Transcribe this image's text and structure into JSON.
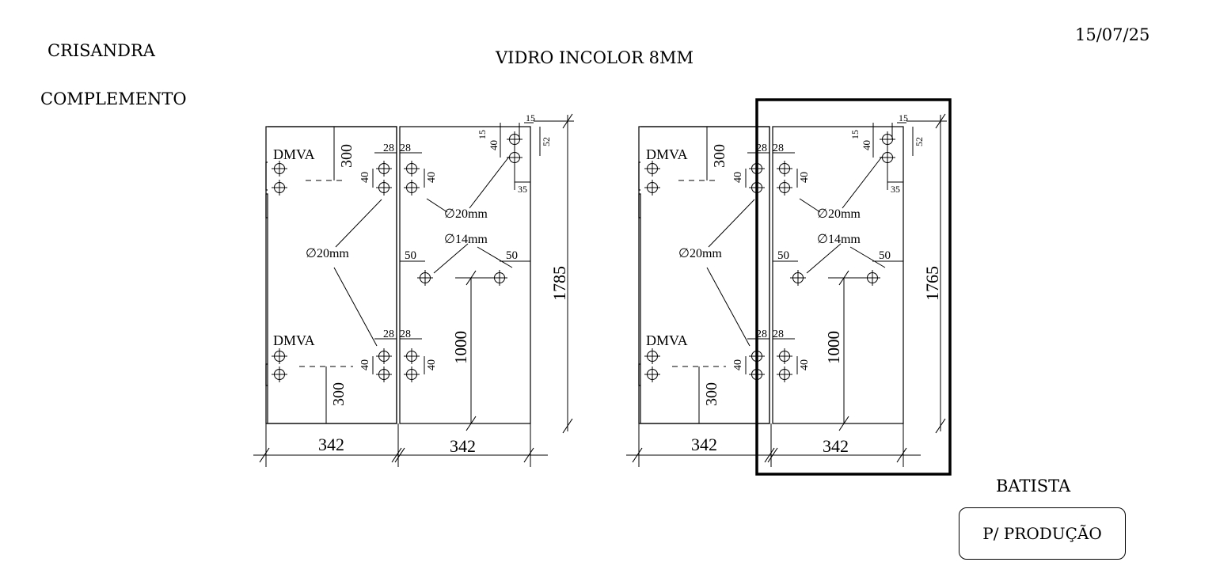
{
  "header": {
    "client": "CRISANDRA",
    "subtitle": "COMPLEMENTO",
    "title": "VIDRO INCOLOR 8MM",
    "date": "15/07/25"
  },
  "footer": {
    "author": "BATISTA",
    "status": "P/ PRODUÇÃO"
  },
  "drawings": [
    {
      "panel_width": "342",
      "total_height": "1785",
      "hinge_label": "DMVA",
      "hinge_offset": "300",
      "handle_height": "1000",
      "hole_large": "∅20mm",
      "hole_small": "∅14mm",
      "edge_28": "28",
      "spacing_40": "40",
      "edge_50": "50",
      "corner_15": "15",
      "corner_52": "52",
      "corner_35": "35"
    },
    {
      "panel_width": "342",
      "total_height": "1765",
      "hinge_label": "DMVA",
      "hinge_offset": "300",
      "handle_height": "1000",
      "hole_large": "∅20mm",
      "hole_small": "∅14mm",
      "edge_28": "28",
      "spacing_40": "40",
      "edge_50": "50",
      "corner_15": "15",
      "corner_52": "52",
      "corner_35": "35"
    }
  ]
}
